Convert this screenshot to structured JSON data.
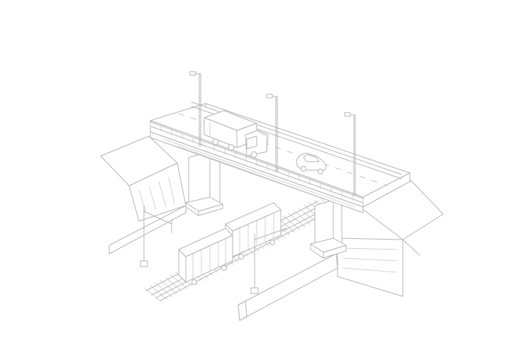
{
  "scene": {
    "subject": "overpass-bridge-over-railway",
    "style": "isometric-line-drawing",
    "colors": {
      "background": "#ffffff",
      "stroke": "#b4b4b4",
      "fill": "#ffffff"
    },
    "vehicles": {
      "trucks": 1,
      "cars": 1,
      "freight_wagons": 2
    },
    "street_lamps": 3,
    "catenary_poles": 2
  }
}
